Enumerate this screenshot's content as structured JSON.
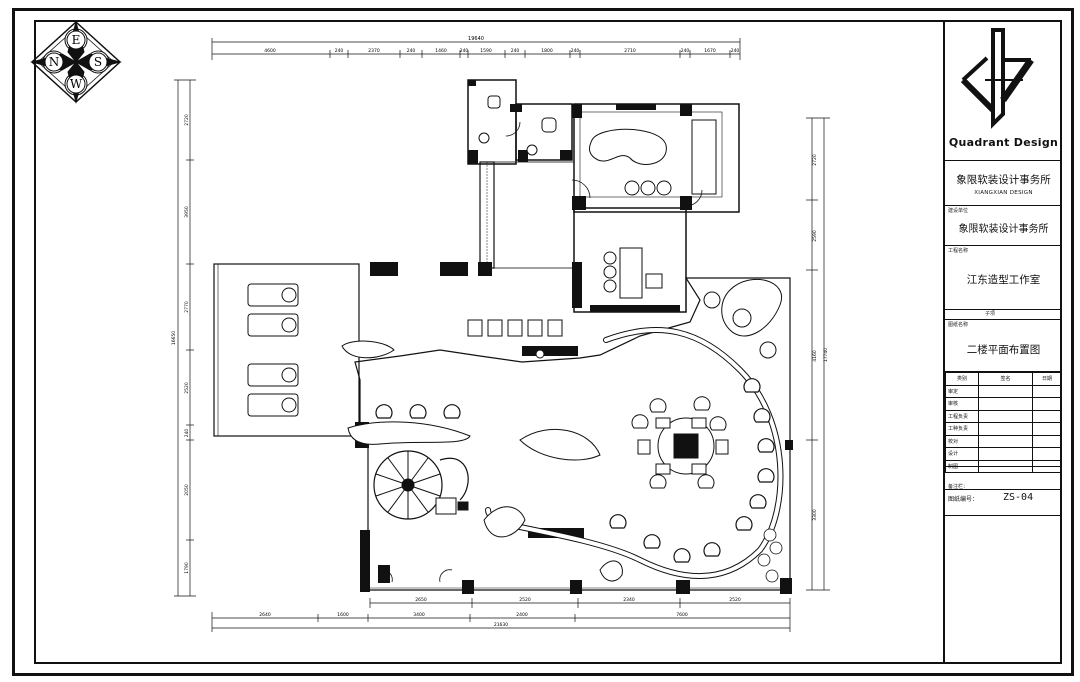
{
  "compass": {
    "letters": [
      "E",
      "N",
      "S",
      "W"
    ]
  },
  "dimensions": {
    "top_overall": "19640",
    "top_segments": [
      "4600",
      "240",
      "2370",
      "240",
      "1460",
      "240",
      "1590",
      "240",
      "1800",
      "240",
      "2710",
      "240",
      "1670",
      "240"
    ],
    "bottom_segments_upper": [
      "2650",
      "2520",
      "2340",
      "2520"
    ],
    "bottom_segments_lower": [
      "2640",
      "1600",
      "3400",
      "2400",
      "7600"
    ],
    "bottom_overall": "21630",
    "left_overall": "16650",
    "left_segments": [
      "2720",
      "3950",
      "2770",
      "2520",
      "240",
      "2050",
      "1790"
    ],
    "right_overall": "17740",
    "right_segments": [
      "2720",
      "2590",
      "4160",
      "3300"
    ]
  },
  "title_block": {
    "brand": "Quadrant Design",
    "firm_cn": "象限软装设计事务所",
    "firm_en": "XIANGXIAN DESIGN",
    "client_label": "建设单位",
    "client": "象限软装设计事务所",
    "project_label": "工程名称",
    "project": "江东造型工作室",
    "sub_label": "子项",
    "drawing_label": "图纸名称",
    "drawing_name": "二楼平面布置图",
    "sign_headers": [
      "类别",
      "签名",
      "日期"
    ],
    "sign_rows": [
      "审定",
      "审核",
      "工程负责",
      "工种负责",
      "校对",
      "设计",
      "制图"
    ],
    "remarks_label": "备注栏：",
    "drawing_no_label": "图纸编号：",
    "drawing_no": "ZS-04"
  }
}
